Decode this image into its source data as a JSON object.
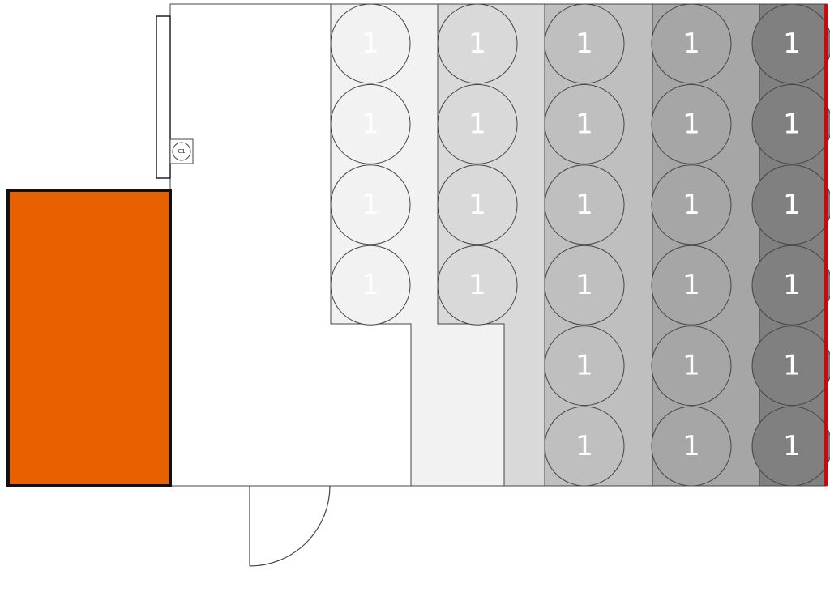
{
  "colors": {
    "background": "#ffffff",
    "outline": "#444444",
    "orange_block": "#e86100",
    "orange_border": "#111111",
    "red_wall": "#e00000",
    "zone_1": "#f2f2f2",
    "zone_2": "#d9d9d9",
    "zone_3": "#bfbfbf",
    "zone_4": "#a6a6a6",
    "zone_5": "#808080",
    "seat_1": "#f2f2f2",
    "seat_2": "#d9d9d9",
    "seat_3": "#bfbfbf",
    "seat_4": "#a6a6a6",
    "seat_5": "#808080"
  },
  "seat_label": "1",
  "controller_label": "C1",
  "rows": [
    {
      "name": "row-1",
      "seats": 4
    },
    {
      "name": "row-2",
      "seats": 4
    },
    {
      "name": "row-3",
      "seats": 6
    },
    {
      "name": "row-4",
      "seats": 6
    },
    {
      "name": "row-5",
      "seats": 6
    }
  ]
}
